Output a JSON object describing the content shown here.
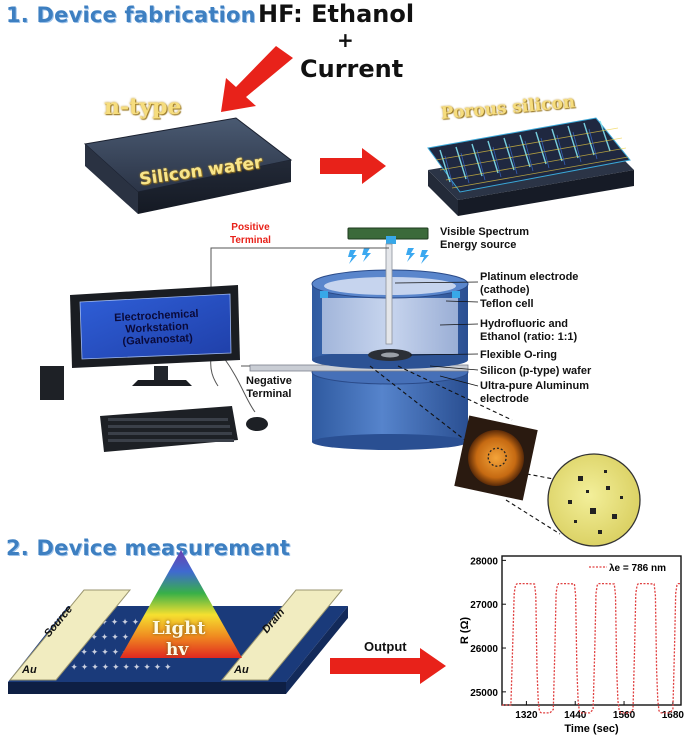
{
  "section1": {
    "title": "1. Device fabrication"
  },
  "section2": {
    "title": "2. Device measurement"
  },
  "recipe": {
    "line1": "HF: Ethanol",
    "line2": "+",
    "line3": "Current"
  },
  "wafer": {
    "type_label": "n-type",
    "label": "Silicon wafer"
  },
  "porous": {
    "label": "Porous silicon"
  },
  "setup": {
    "positive_terminal": "Positive\nTerminal",
    "negative_terminal": "Negative\nTerminal",
    "energy_source": "Visible Spectrum\nEnergy source",
    "platinum": "Platinum electrode\n(cathode)",
    "teflon": "Teflon cell",
    "hf_ethanol": "Hydrofluoric and\nEthanol (ratio: 1:1)",
    "oring": "Flexible O-ring",
    "si_wafer": "Silicon (p-type) wafer",
    "al_electrode": "Ultra-pure Aluminum\nelectrode",
    "workstation": "Electrochemical\nWorkstation\n(Galvanostat)"
  },
  "measurement": {
    "source": "Source",
    "drain": "Drain",
    "au_left": "Au",
    "au_right": "Au",
    "light": "Light",
    "hv": "hv",
    "output": "Output"
  },
  "colors": {
    "title_blue": "#3d7fc1",
    "arrow_red": "#e8221a",
    "cell_blue": "#3f6db4",
    "terminal_red": "#e8221a",
    "trace_red": "#e04040"
  },
  "chart_data": {
    "type": "line",
    "xlabel": "Time (sec)",
    "ylabel": "R (Ω)",
    "xlim": [
      1260,
      1700
    ],
    "ylim": [
      24700,
      28100
    ],
    "xticks": [
      1320,
      1440,
      1560,
      1680
    ],
    "yticks": [
      25000,
      26000,
      27000,
      28000
    ],
    "legend": {
      "label": "λe = 786 nm",
      "placement": "top-right"
    },
    "series": [
      {
        "name": "λe = 786 nm",
        "x": [
          1260,
          1268,
          1276,
          1282,
          1286,
          1290,
          1293,
          1296,
          1299,
          1320,
          1340,
          1343,
          1346,
          1349,
          1352,
          1355,
          1358,
          1361,
          1378,
          1386,
          1390,
          1393,
          1396,
          1399,
          1418,
          1438,
          1441,
          1444,
          1447,
          1450,
          1453,
          1456,
          1459,
          1476,
          1484,
          1488,
          1491,
          1494,
          1497,
          1516,
          1536,
          1539,
          1542,
          1545,
          1548,
          1551,
          1554,
          1557,
          1574,
          1582,
          1586,
          1589,
          1592,
          1595,
          1614,
          1634,
          1637,
          1640,
          1643,
          1646,
          1649,
          1652,
          1655,
          1672,
          1680,
          1684,
          1687,
          1690,
          1693,
          1700
        ],
        "y": [
          24700,
          24700,
          24700,
          24700,
          26000,
          27250,
          27420,
          27460,
          27470,
          27470,
          27460,
          27200,
          25500,
          24800,
          24570,
          24530,
          24520,
          24520,
          24520,
          24600,
          26000,
          27250,
          27430,
          27470,
          27470,
          27460,
          27200,
          25500,
          24800,
          24570,
          24530,
          24520,
          24520,
          24520,
          24600,
          26000,
          27250,
          27430,
          27470,
          27470,
          27460,
          27200,
          25500,
          24800,
          24570,
          24530,
          24520,
          24520,
          24520,
          24600,
          26000,
          27250,
          27430,
          27470,
          27470,
          27460,
          27200,
          25500,
          24800,
          24570,
          24530,
          24520,
          24520,
          24520,
          24600,
          26000,
          27250,
          27430,
          27470,
          27470
        ]
      }
    ]
  }
}
